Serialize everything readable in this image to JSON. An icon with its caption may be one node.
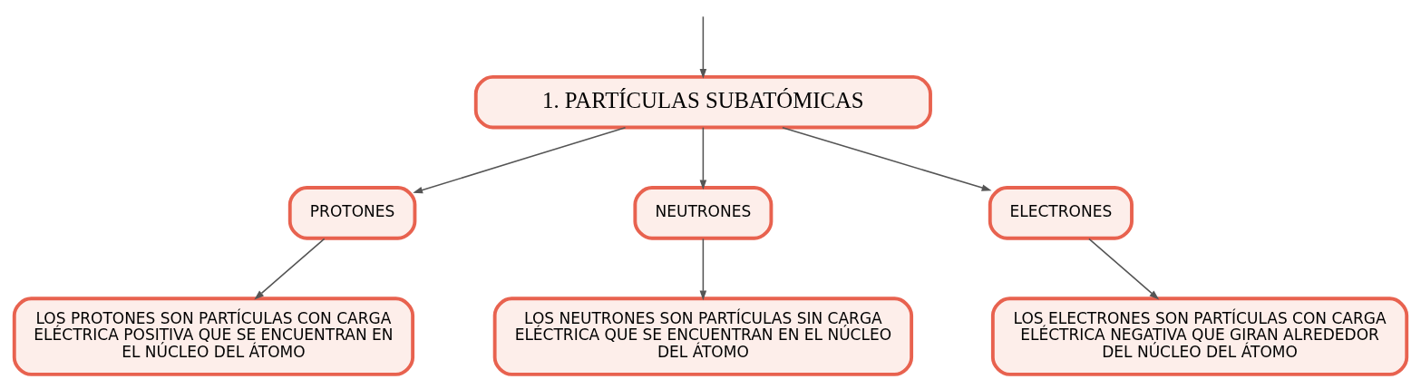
{
  "diagram": {
    "nodes": [
      {
        "text": [
          "1. PARTÍCULAS SUBATÓMICAS"
        ]
      },
      {
        "text": [
          "PROTONES"
        ]
      },
      {
        "text": [
          "NEUTRONES"
        ]
      },
      {
        "text": [
          "ELECTRONES"
        ]
      },
      {
        "text": [
          "LOS PROTONES SON PARTÍCULAS CON CARGA ELÉCTRICA POSITIVA QUE SE ENCUENTRAN EN EL NÚCLEO DEL ÁTOMO"
        ]
      },
      {
        "text": [
          "LOS NEUTRONES SON PARTÍCULAS SIN CARGA ELÉCTRICA QUE SE ENCUENTRAN EN EL NÚCLEO DEL ÁTOMO"
        ]
      },
      {
        "text": [
          "LOS ELECTRONES SON PARTÍCULAS CON CARGA ELÉCTRICA NEGATIVA QUE GIRAN ALREDEDOR DEL NÚCLEO DEL ÁTOMO"
        ]
      }
    ],
    "edges": [
      {
        "from": null,
        "to": 0,
        "arrow": "to"
      },
      {
        "from": 0,
        "to": 1,
        "arrow": "to"
      },
      {
        "from": 0,
        "to": 2,
        "arrow": "to"
      },
      {
        "from": 0,
        "to": 3,
        "arrow": "to"
      },
      {
        "from": 1,
        "to": 4,
        "arrow": "to"
      },
      {
        "from": 2,
        "to": 5,
        "arrow": "to"
      },
      {
        "from": 3,
        "to": 6,
        "arrow": "to"
      }
    ]
  }
}
